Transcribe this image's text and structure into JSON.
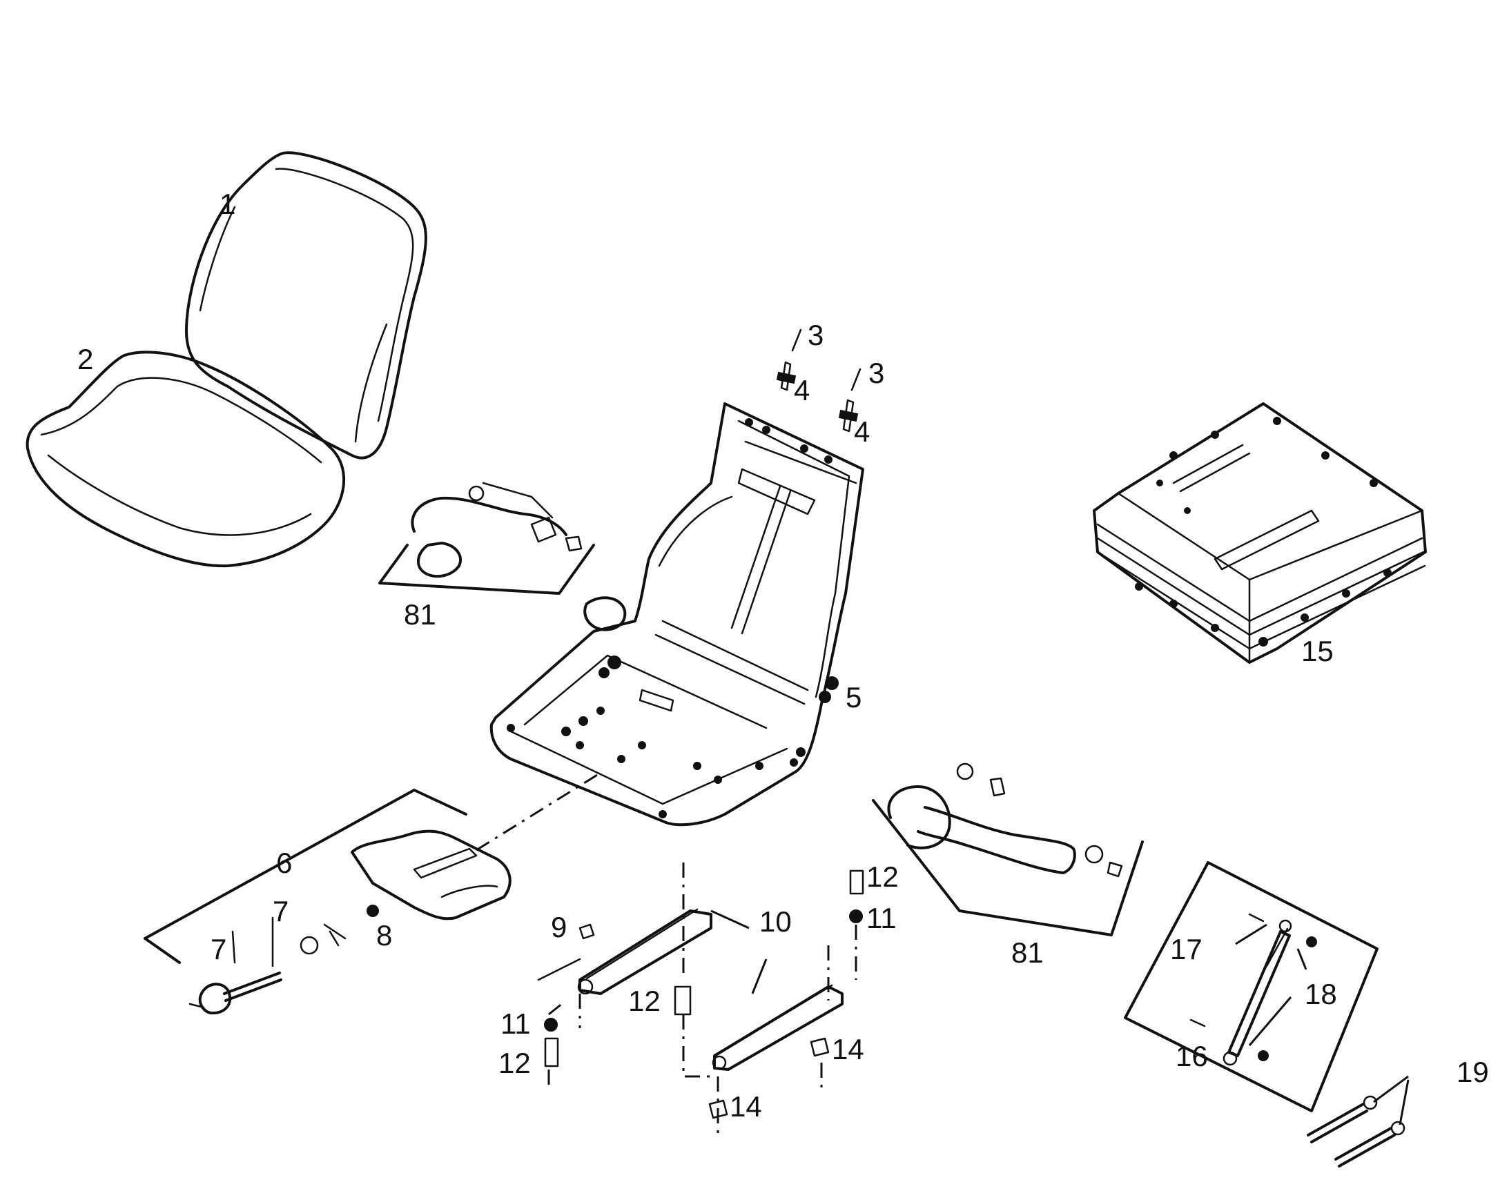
{
  "labels": {
    "l1": "1",
    "l2": "2",
    "l3a": "3",
    "l3b": "3",
    "l4a": "4",
    "l4b": "4",
    "l5": "5",
    "l6": "6",
    "l7a": "7",
    "l7b": "7",
    "l8": "8",
    "l9": "9",
    "l10": "10",
    "l11a": "11",
    "l11b": "11",
    "l12a": "12",
    "l12b": "12",
    "l12c": "12",
    "l14a": "14",
    "l14b": "14",
    "l15": "15",
    "l16": "16",
    "l17": "17",
    "l18": "18",
    "l19": "19",
    "l81a": "81",
    "l81b": "81"
  }
}
